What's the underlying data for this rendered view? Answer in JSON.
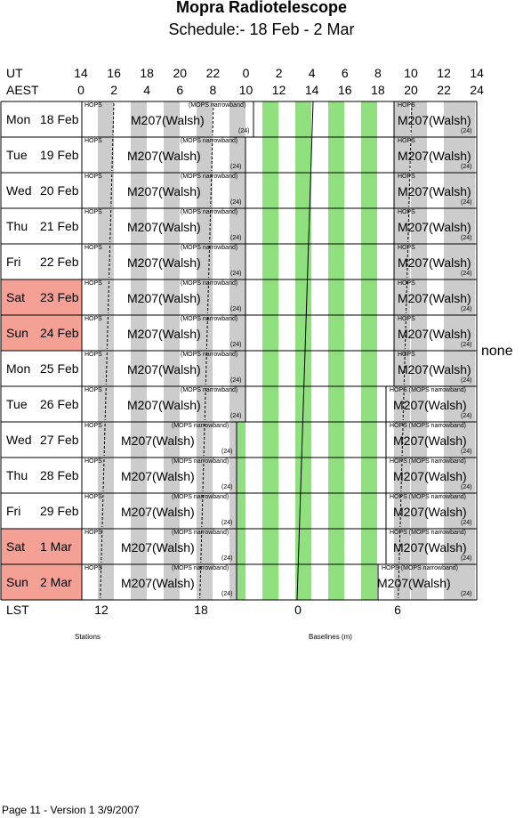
{
  "title": "Mopra Radiotelescope",
  "subtitle": "Schedule:- 18 Feb - 2  Mar",
  "header": {
    "ut_label": "UT",
    "aest_label": "AEST",
    "ut_ticks": [
      "14",
      "16",
      "18",
      "20",
      "22",
      "0",
      "2",
      "4",
      "6",
      "8",
      "10",
      "12",
      "14"
    ],
    "aest_ticks": [
      "0",
      "2",
      "4",
      "6",
      "8",
      "10",
      "12",
      "14",
      "16",
      "18",
      "20",
      "22",
      "24"
    ]
  },
  "days": [
    {
      "name": "Mon",
      "date": "18 Feb",
      "weekend": false
    },
    {
      "name": "Tue",
      "date": "19 Feb",
      "weekend": false
    },
    {
      "name": "Wed",
      "date": "20 Feb",
      "weekend": false
    },
    {
      "name": "Thu",
      "date": "21 Feb",
      "weekend": false
    },
    {
      "name": "Fri",
      "date": "22 Feb",
      "weekend": false
    },
    {
      "name": "Sat",
      "date": "23 Feb",
      "weekend": true
    },
    {
      "name": "Sun",
      "date": "24 Feb",
      "weekend": true
    },
    {
      "name": "Mon",
      "date": "25 Feb",
      "weekend": false
    },
    {
      "name": "Tue",
      "date": "26 Feb",
      "weekend": false
    },
    {
      "name": "Wed",
      "date": "27 Feb",
      "weekend": false
    },
    {
      "name": "Thu",
      "date": "28 Feb",
      "weekend": false
    },
    {
      "name": "Fri",
      "date": "29 Feb",
      "weekend": false
    },
    {
      "name": "Sat",
      "date": "1  Mar",
      "weekend": true
    },
    {
      "name": "Sun",
      "date": "2  Mar",
      "weekend": true
    }
  ],
  "labels": {
    "hops": "HOPS",
    "mops": "(MOPS narrowband)",
    "project": "M207(Walsh)",
    "count": "(24)",
    "hops_mops": "HOPS (MOPS narrowband)"
  },
  "none_text": "none",
  "lst": {
    "label": "LST",
    "ticks": [
      "12",
      "18",
      "0",
      "6"
    ]
  },
  "stations_label": "Stations",
  "baselines_label": "Baselines (m)",
  "footer": "Page 11 - Version 1  3/9/2007",
  "colors": {
    "green": "#90e080",
    "gray": "#cccccc",
    "weekend": "#f4a094"
  }
}
